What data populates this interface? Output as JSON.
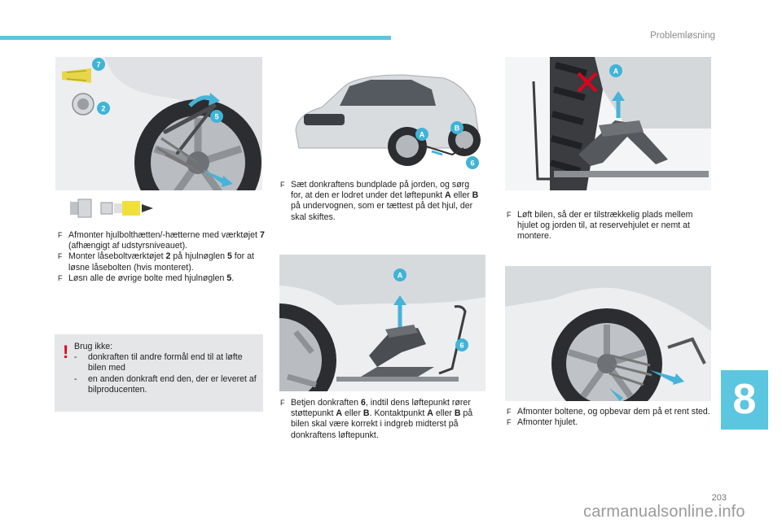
{
  "header": {
    "section_title": "Problemløsning"
  },
  "callouts": {
    "two": "2",
    "five": "5",
    "six": "6",
    "seven": "7",
    "a": "A",
    "b": "B"
  },
  "col1": {
    "steps": [
      {
        "bullet": "F",
        "parts": [
          {
            "t": "Afmonter hjulbolthætten/-hætterne med værktøjet "
          },
          {
            "t": "7",
            "b": true
          },
          {
            "t": " (afhængigt af udstyrsniveauet)."
          }
        ]
      },
      {
        "bullet": "F",
        "parts": [
          {
            "t": "Monter låseboltværktøjet "
          },
          {
            "t": "2",
            "b": true
          },
          {
            "t": " på hjulnøglen "
          },
          {
            "t": "5",
            "b": true
          },
          {
            "t": " for at løsne låsebolten (hvis monteret)."
          }
        ]
      },
      {
        "bullet": "F",
        "parts": [
          {
            "t": "Løsn alle de øvrige bolte med hjulnøglen "
          },
          {
            "t": "5",
            "b": true
          },
          {
            "t": "."
          }
        ]
      }
    ],
    "warning": {
      "mark": "!",
      "title": "Brug ikke:",
      "items": [
        {
          "dash": "-",
          "text": "donkraften til andre formål end til at løfte bilen med"
        },
        {
          "dash": "-",
          "text": "en anden donkraft end den, der er leveret af bilproducenten."
        }
      ]
    }
  },
  "col2": {
    "step_top": {
      "bullet": "F",
      "parts": [
        {
          "t": "Sæt donkraftens bundplade på jorden, og sørg for, at den er lodret under det løftepunkt "
        },
        {
          "t": "A",
          "b": true
        },
        {
          "t": " eller "
        },
        {
          "t": "B",
          "b": true
        },
        {
          "t": " på undervognen, som er tættest på det hjul, der skal skiftes."
        }
      ]
    },
    "step_bottom": {
      "bullet": "F",
      "parts": [
        {
          "t": "Betjen donkraften "
        },
        {
          "t": "6",
          "b": true
        },
        {
          "t": ", indtil dens løftepunkt rører støttepunkt "
        },
        {
          "t": "A",
          "b": true
        },
        {
          "t": " eller "
        },
        {
          "t": "B",
          "b": true
        },
        {
          "t": ". Kontaktpunkt "
        },
        {
          "t": "A",
          "b": true
        },
        {
          "t": " eller "
        },
        {
          "t": "B",
          "b": true
        },
        {
          "t": " på bilen skal være korrekt i indgreb midterst på donkraftens løftepunkt."
        }
      ]
    }
  },
  "col3": {
    "step_top": {
      "bullet": "F",
      "parts": [
        {
          "t": "Løft bilen, så der er tilstrækkelig plads mellem hjulet og jorden til, at reservehjulet er nemt at montere."
        }
      ]
    },
    "steps_bottom": [
      {
        "bullet": "F",
        "parts": [
          {
            "t": "Afmonter boltene, og opbevar dem på et rent sted."
          }
        ]
      },
      {
        "bullet": "F",
        "parts": [
          {
            "t": "Afmonter hjulet."
          }
        ]
      }
    ]
  },
  "chapter_number": "8",
  "page_number": "203",
  "watermark": "carmanualsonline.info",
  "colors": {
    "accent": "#5bc6e0",
    "callout": "#3fb4d6",
    "arrow": "#46b3d8",
    "warning": "#e2001a"
  }
}
